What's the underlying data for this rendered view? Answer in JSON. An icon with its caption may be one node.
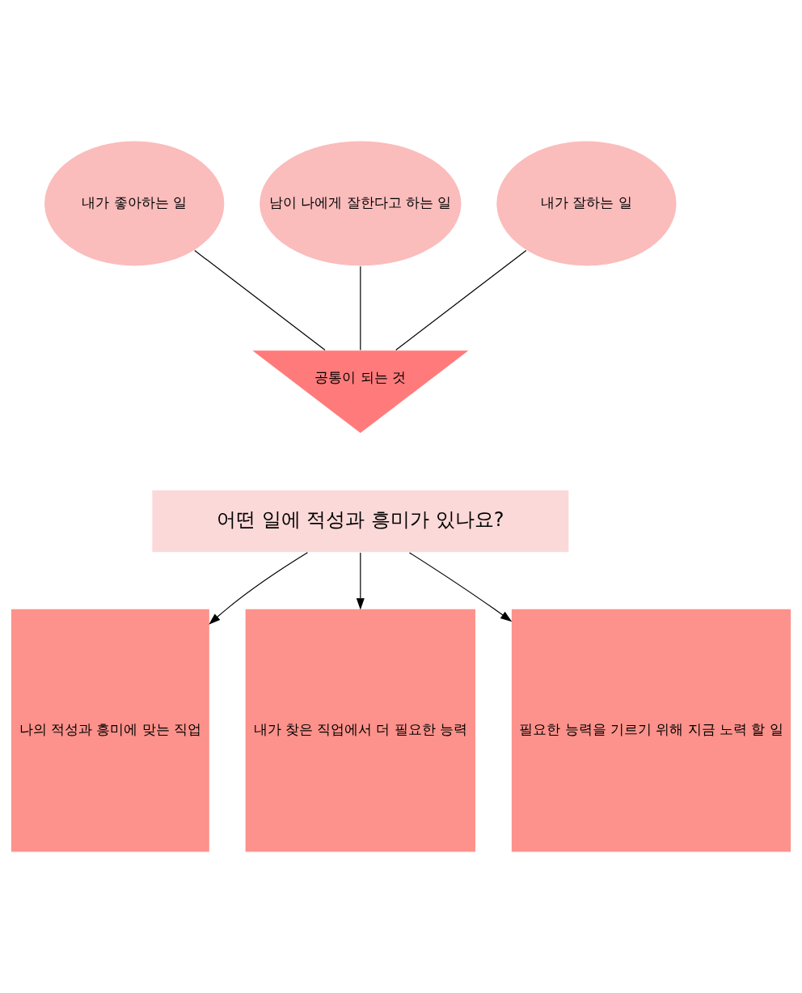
{
  "diagram": {
    "nodes": [
      {
        "text": [
          "내가 좋아하는 일"
        ]
      },
      {
        "text": [
          "남이 나에게 잘한다고 하는 일"
        ]
      },
      {
        "text": [
          "내가 잘하는 일"
        ]
      },
      {
        "text": [
          "공통이 되는 것"
        ]
      },
      {
        "text": [
          "어떤 일에 적성과 흥미가 있나요?"
        ]
      },
      {
        "text": [
          "나의 적성과 흥미에 맞는 직업"
        ]
      },
      {
        "text": [
          "내가 찾은 직업에서 더 필요한 능력"
        ]
      },
      {
        "text": [
          "필요한 능력을 기르기 위해 지금 노력 할 일"
        ]
      }
    ],
    "edges": [
      {
        "from": 0,
        "to": 3,
        "arrow": "none"
      },
      {
        "from": 1,
        "to": 3,
        "arrow": "none"
      },
      {
        "from": 2,
        "to": 3,
        "arrow": "none"
      },
      {
        "from": 4,
        "to": 5,
        "arrow": "to"
      },
      {
        "from": 4,
        "to": 6,
        "arrow": "to"
      },
      {
        "from": 4,
        "to": 7,
        "arrow": "to"
      }
    ]
  }
}
